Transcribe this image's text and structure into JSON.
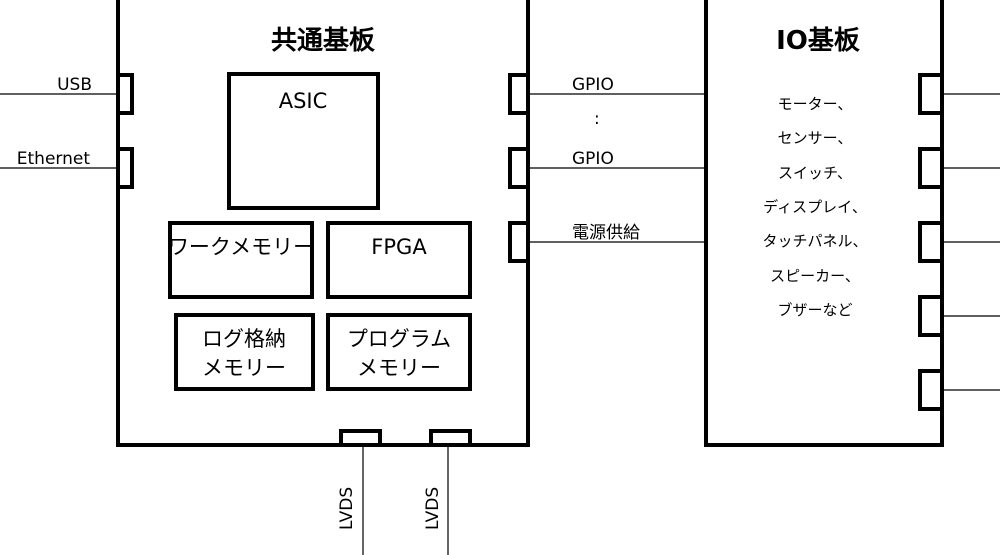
{
  "common_board": {
    "title": "共通基板",
    "asic": "ASIC",
    "work_memory": "ワークメモリー",
    "fpga": "FPGA",
    "log_memory": [
      "ログ格納",
      "メモリー"
    ],
    "program_memory": [
      "プログラム",
      "メモリー"
    ]
  },
  "left_interfaces": [
    "USB",
    "Ethernet"
  ],
  "middle_interfaces": {
    "gpio_1": "GPIO",
    "ellipsis": ":",
    "gpio_2": "GPIO",
    "power": "電源供給"
  },
  "bottom_interfaces": [
    "LVDS",
    "LVDS"
  ],
  "io_board": {
    "title": "IO基板",
    "devices": [
      "モーター、",
      "センサー、",
      "スイッチ、",
      "ディスプレイ、",
      "タッチパネル、",
      "スピーカー、",
      "ブザーなど"
    ]
  }
}
